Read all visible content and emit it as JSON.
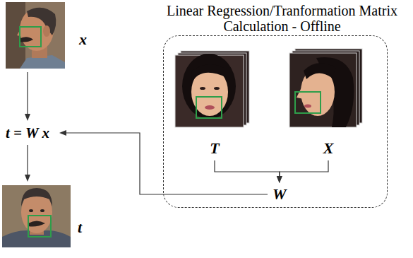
{
  "diagram": {
    "nodes": [
      {
        "text": [
          "x"
        ]
      },
      {
        "text": [
          "t = W x"
        ]
      },
      {
        "text": [
          "t"
        ]
      },
      {
        "text": [
          "Linear Regression/Tranformation Matrix Calculation - Offline"
        ]
      },
      {
        "text": [
          "T"
        ],
        "in": 3
      },
      {
        "text": [
          "X"
        ],
        "in": 3
      },
      {
        "text": [
          "W"
        ],
        "in": 3
      }
    ],
    "edges": [
      {
        "from": 0,
        "to": 1,
        "arrow": "to"
      },
      {
        "from": 1,
        "to": 2,
        "arrow": "to"
      },
      {
        "from": 4,
        "to": 6,
        "arrow": "to"
      },
      {
        "from": 5,
        "to": 6,
        "arrow": "to"
      },
      {
        "from": 6,
        "to": 1,
        "arrow": "to"
      }
    ]
  }
}
